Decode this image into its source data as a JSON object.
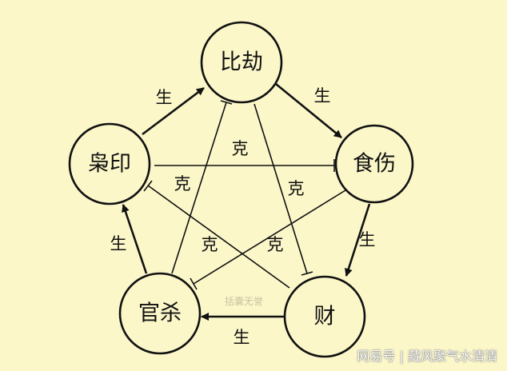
{
  "nodes": {
    "bijie": "比劫",
    "shishang": "食伤",
    "cai": "财",
    "guansha": "官杀",
    "xiaoyin": "枭印"
  },
  "relations": {
    "generate": "生",
    "control": "克"
  },
  "watermark": "括囊无誉",
  "credit": {
    "source": "网易号",
    "divider": "|",
    "author": "藏风聚气水清清"
  },
  "colors": {
    "background": "#fbf7c9",
    "stroke": "#111111"
  }
}
